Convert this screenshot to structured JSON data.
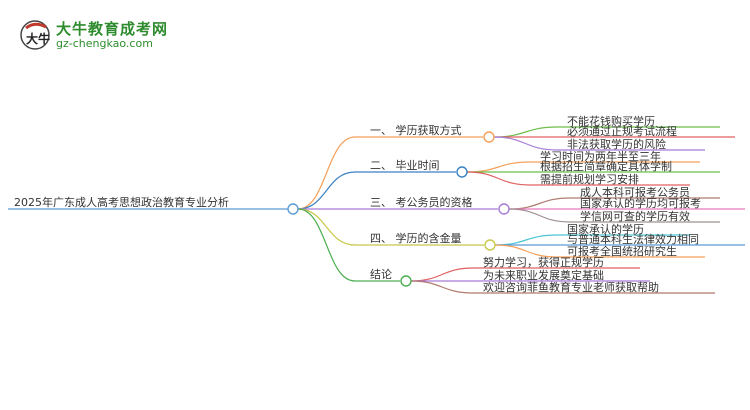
{
  "logo": {
    "title": "大牛教育成考网",
    "url": "gz-chengkao.com",
    "mark": "大牛"
  },
  "root": {
    "label": "2025年广东成人高考思想政治教育专业分析",
    "color": "#5b9bd5"
  },
  "branches": [
    {
      "label": "一、 学历获取方式",
      "color": "#f5a05a",
      "leaves": [
        {
          "label": "不能花钱购买学历",
          "color": "#6cbf4a"
        },
        {
          "label": "必须通过正规考试流程",
          "color": "#e06060"
        },
        {
          "label": "非法获取学历的风险",
          "color": "#a77bd8"
        }
      ]
    },
    {
      "label": "二、 毕业时间",
      "color": "#3b82c4",
      "leaves": [
        {
          "label": "学习时间为两年半至三年",
          "color": "#f5a05a"
        },
        {
          "label": "根据招生简章确定具体学制",
          "color": "#6cbf4a"
        },
        {
          "label": "需提前规划学习安排",
          "color": "#e06060"
        }
      ]
    },
    {
      "label": "三、 考公务员的资格",
      "color": "#a77bd8",
      "leaves": [
        {
          "label": "成人本科可报考公务员",
          "color": "#b07b70"
        },
        {
          "label": "国家承认的学历均可报考",
          "color": "#e87bbf"
        },
        {
          "label": "学信网可查的学历有效",
          "color": "#a09090"
        }
      ]
    },
    {
      "label": "四、 学历的含金量",
      "color": "#c8c84a",
      "leaves": [
        {
          "label": "国家承认的学历",
          "color": "#4cc4d4"
        },
        {
          "label": "与普通本科生法律效力相同",
          "color": "#5b9bd5"
        },
        {
          "label": "可报考全国统招研究生",
          "color": "#f5a05a"
        }
      ]
    },
    {
      "label": "结论",
      "color": "#4caf50",
      "leaves": [
        {
          "label": "努力学习，获得正规学历",
          "color": "#e06060"
        },
        {
          "label": "为未来职业发展奠定基础",
          "color": "#a77bd8"
        },
        {
          "label": "欢迎咨询菲鱼教育专业老师获取帮助",
          "color": "#b07b70"
        }
      ]
    }
  ]
}
